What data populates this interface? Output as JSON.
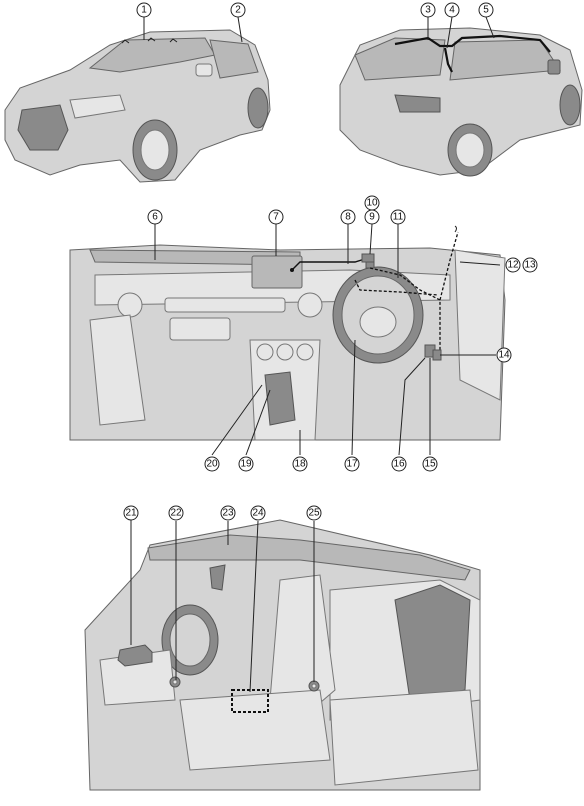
{
  "callouts": [
    {
      "id": "c1",
      "label": "1"
    },
    {
      "id": "c2",
      "label": "2"
    },
    {
      "id": "c3",
      "label": "3"
    },
    {
      "id": "c4",
      "label": "4"
    },
    {
      "id": "c5",
      "label": "5"
    },
    {
      "id": "c6",
      "label": "6"
    },
    {
      "id": "c7",
      "label": "7"
    },
    {
      "id": "c8",
      "label": "8"
    },
    {
      "id": "c9",
      "label": "9"
    },
    {
      "id": "c10",
      "label": "10"
    },
    {
      "id": "c11",
      "label": "11"
    },
    {
      "id": "c12",
      "label": "12"
    },
    {
      "id": "c13",
      "label": "13"
    },
    {
      "id": "c14",
      "label": "14"
    },
    {
      "id": "c15",
      "label": "15"
    },
    {
      "id": "c16",
      "label": "16"
    },
    {
      "id": "c17",
      "label": "17"
    },
    {
      "id": "c18",
      "label": "18"
    },
    {
      "id": "c19",
      "label": "19"
    },
    {
      "id": "c20",
      "label": "20"
    },
    {
      "id": "c21",
      "label": "21"
    },
    {
      "id": "c22",
      "label": "22"
    },
    {
      "id": "c23",
      "label": "23"
    },
    {
      "id": "c24",
      "label": "24"
    },
    {
      "id": "c25",
      "label": "25"
    }
  ],
  "colors": {
    "body": "#d4d4d4",
    "glass": "#b8b8b8",
    "line": "#222222",
    "background": "#ffffff"
  }
}
